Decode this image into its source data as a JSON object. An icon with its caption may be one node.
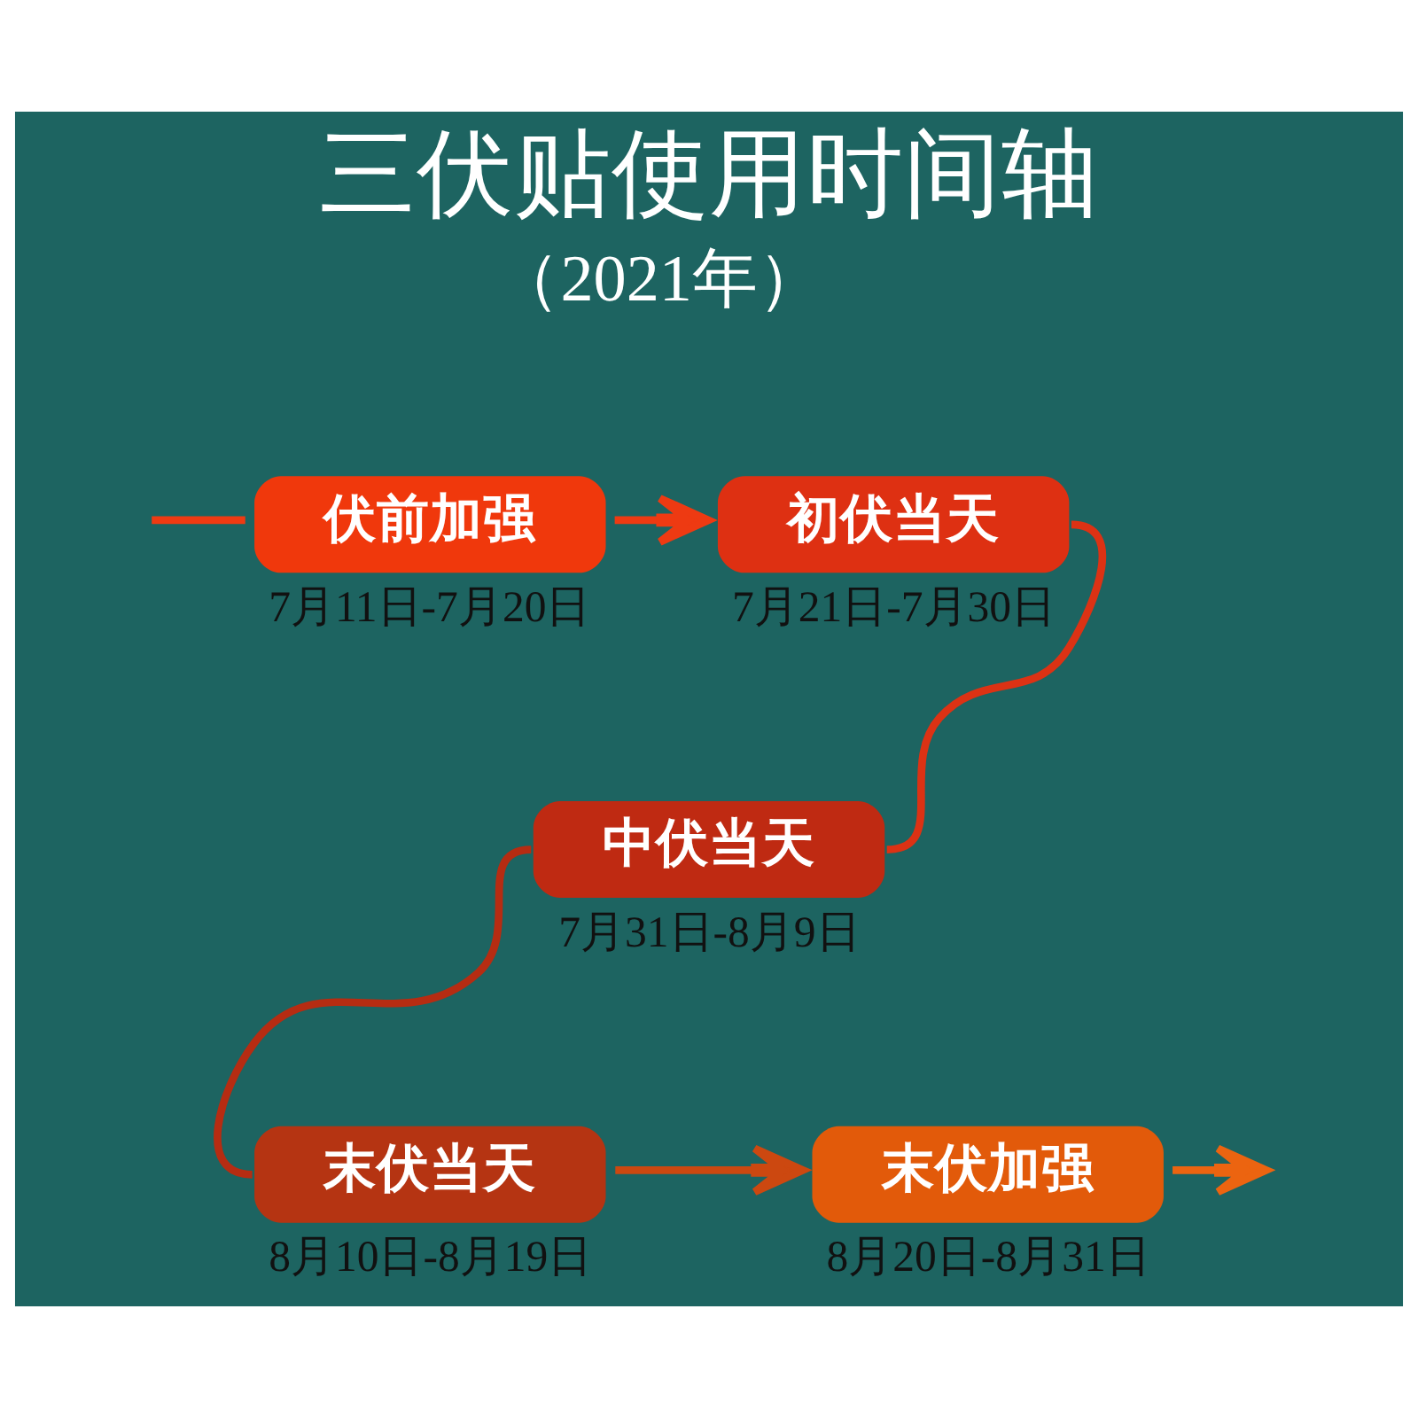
{
  "diagram": {
    "title": "三伏贴使用时间轴",
    "nodes": [
      {
        "text": [
          "伏前加强"
        ],
        "beside": [
          "7月11日-7月20日"
        ]
      },
      {
        "text": [
          "初伏当天"
        ],
        "beside": [
          "7月21日-7月30日"
        ]
      },
      {
        "text": [
          "中伏当天"
        ],
        "beside": [
          "7月31日-8月9日"
        ]
      },
      {
        "text": [
          "末伏当天"
        ],
        "beside": [
          "8月10日-8月19日"
        ]
      },
      {
        "text": [
          "末伏加强"
        ],
        "beside": [
          "8月20日-8月31日"
        ]
      }
    ],
    "edges": [
      {
        "from": null,
        "to": 0,
        "arrow": "none",
        "color": "#f03a12"
      },
      {
        "from": 0,
        "to": 1,
        "arrow": "to",
        "color": "#ee3a12"
      },
      {
        "from": 1,
        "to": 2,
        "arrow": "none",
        "color": "#dc3214"
      },
      {
        "from": 2,
        "to": 3,
        "arrow": "none",
        "color": "#b62c12"
      },
      {
        "from": 3,
        "to": 4,
        "arrow": "to",
        "color": "#cc4810"
      },
      {
        "from": 4,
        "to": null,
        "arrow": "to",
        "color": "#ec6410"
      }
    ],
    "labels": [
      "（2021年）"
    ]
  }
}
